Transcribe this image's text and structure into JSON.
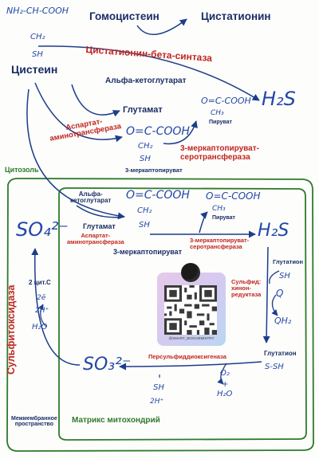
{
  "formulas": {
    "cysteine_structure": [
      "NH₂-CH-COOH",
      "CH₂",
      "SH"
    ],
    "pyruvate_top": [
      "O=C-COOH",
      "CH₃"
    ],
    "mercaptopyruvate_top": [
      "O=C-COOH",
      "CH₂",
      "SH"
    ],
    "mercaptopyruvate_mito": [
      "O=C-COOH",
      "CH₂",
      "SH"
    ],
    "pyruvate_mito": [
      "O=C-COOH",
      "CH₃"
    ],
    "h2s_top": "H₂S",
    "h2s_mito": "H₂S",
    "sulfate": "SO₄²⁻",
    "sulfite": "SO₃²⁻",
    "two_e": "2ē",
    "two_h_plus": "2H⁺",
    "water_left": "H₂O",
    "sh": "SH",
    "two_h_bottom": "2H⁺",
    "o2": "O₂",
    "plus": "+",
    "h2o": "H₂O",
    "glutathione_sh": "SH",
    "q": "Q",
    "qh2": "QH₂",
    "s_sh": "S-SH"
  },
  "labels": {
    "homocysteine": "Гомоцистеин",
    "cystathionine": "Цистатионин",
    "cysteine": "Цистеин",
    "cbs": "Цистатионин-бета-синтаза",
    "alpha_kg_top": "Альфа-кетоглутарат",
    "glutamate_top": "Глутамат",
    "pyruvate_top": "Пируват",
    "ast_top": "Аспартат-\nаминотрансфераза",
    "mercaptopyruvate_top": "3-меркаптопируват",
    "mpst_top": "3-меркаптопируват-\nсеротрансфераза",
    "cytosol": "Цитозоль",
    "alpha_kg_mito": "Альфа-\nкетоглутарат",
    "glutamate_mito": "Глутамат",
    "ast_mito": "Аспартат-\nаминотрансфераза",
    "pyruvate_mito": "Пируват",
    "mpst_mito": "3-меркаптопируват-\nсеротрансфераза",
    "mercaptopyruvate_mito": "3-меркаптопируват",
    "glutathione_top": "Глутатион",
    "sqr": "Сульфид:\nхинон-\nредуктаза",
    "glutathione_bottom": "Глутатион",
    "sulfite_oxidase": "Сульфитоксидаза",
    "two_cyt_c": "2 цит.С",
    "persulfide_dioxygenase": "Персульфиддиоксигеназа",
    "intermembrane": "Межмембранное\nпространство",
    "matrix": "Матрикс митохондрий"
  },
  "qr": {
    "handle": "@SMART_BIOCHEMISTRY"
  },
  "colors": {
    "text_blue": "#1d3d8a",
    "enzyme_red": "#c0251f",
    "membrane_green": "#2e7a2a",
    "handwriting_blue": "#2347a8"
  }
}
